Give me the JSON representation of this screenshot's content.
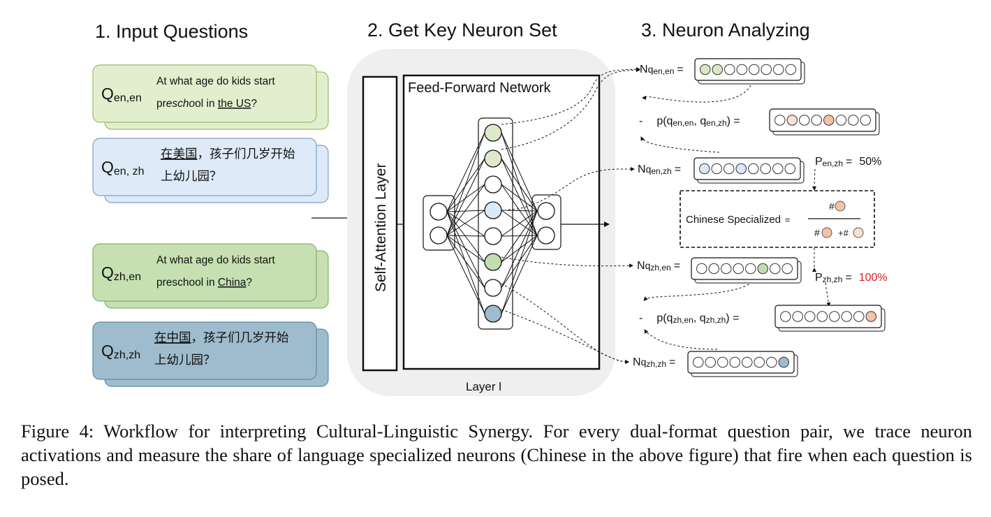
{
  "section_titles": {
    "input": "1. Input Questions",
    "key_neuron": "2. Get Key Neuron Set",
    "analyzing": "3. Neuron Analyzing"
  },
  "questions": [
    {
      "label": "Q",
      "sub": "en,en",
      "line1": "At what age do kids start",
      "line2_pre": "pr",
      "line2_em": "escho",
      "line2_mid": "ol in ",
      "line2_u": "the US",
      "line2_post": "?",
      "fill": "#e2efcf",
      "stroke": "#9bbb6b"
    },
    {
      "label": "Q",
      "sub": "en, zh",
      "line1_u": "在美国",
      "line1_post": "，孩子们几岁开始",
      "line2": "上幼儿园？",
      "fill": "#deeaf7",
      "stroke": "#7f9fc3"
    },
    {
      "label": "Q",
      "sub": "zh,en",
      "line1": "At what age do kids start",
      "line2_pre": "preschool in ",
      "line2_u": "China",
      "line2_post": "?",
      "fill": "#c6e0b1",
      "stroke": "#89ad68"
    },
    {
      "label": "Q",
      "sub": "zh,zh",
      "line1_u": "在中国",
      "line1_post": "，孩子们几岁开始",
      "line2": "上幼儿园？",
      "fill": "#9ebccd",
      "stroke": "#5f8aa3"
    }
  ],
  "self_attention": "Self-Attention Layer",
  "ffn": "Feed-Forward Network",
  "layer_label": "Layer l",
  "neuron_sets": [
    {
      "n": "N",
      "q": "q",
      "sub": "en,en",
      "equals": "=",
      "dots": [
        "#d8e8c2",
        "#d8e8c2",
        "#fff",
        "#fff",
        "#fff",
        "#fff",
        "#fff",
        "#fff"
      ]
    },
    {
      "n": "N",
      "q": "q",
      "sub": "en,zh",
      "equals": "=",
      "dots": [
        "#dbe7f6",
        "#fff",
        "#fff",
        "#dbe7f6",
        "#fff",
        "#fff",
        "#fff",
        "#fff"
      ]
    },
    {
      "n": "N",
      "q": "q",
      "sub": "zh,en",
      "equals": "=",
      "dots": [
        "#fff",
        "#fff",
        "#fff",
        "#fff",
        "#fff",
        "#c2deb0",
        "#fff",
        "#fff"
      ]
    },
    {
      "n": "N",
      "q": "q",
      "sub": "zh,zh",
      "equals": "=",
      "dots": [
        "#fff",
        "#fff",
        "#fff",
        "#fff",
        "#fff",
        "#fff",
        "#fff",
        "#9ebccd"
      ]
    }
  ],
  "pairs": [
    {
      "minus": "-",
      "p": "p(q",
      "s1": "en,en",
      "comma": ", q",
      "s2": "en,zh",
      "close": ") =",
      "dots": [
        "#fff",
        "#f9e0cf",
        "#fff",
        "#fff",
        "#f4c3a5",
        "#fff",
        "#fff",
        "#fff"
      ]
    },
    {
      "minus": "-",
      "p": "p(q",
      "s1": "zh,en",
      "comma": ", q",
      "s2": "zh,zh",
      "close": ") =",
      "dots": [
        "#fff",
        "#fff",
        "#fff",
        "#fff",
        "#fff",
        "#fff",
        "#fff",
        "#f4c3a5"
      ]
    }
  ],
  "percentages": [
    {
      "P": "P",
      "sub": "en,zh",
      "equals": "=",
      "value": "50%",
      "color": "#111111"
    },
    {
      "P": "P",
      "sub": "zh,zh",
      "equals": "=",
      "value": "100%",
      "color": "#e02020"
    }
  ],
  "formula": {
    "label": "Chinese Specialized",
    "equals": "=",
    "hash": "#",
    "plus": "+",
    "orange": "#f4c3a5",
    "light": "#f9e0cf"
  },
  "ffn_neurons": [
    "#dde9c8",
    "#dde9c8",
    "#fff",
    "#dde9f7",
    "#fff",
    "#c2deb0",
    "#fff",
    "#9ebccd"
  ],
  "caption": "Figure 4: Workflow for interpreting Cultural-Linguistic Synergy. For every dual-format question pair, we trace neuron activations and measure the share of language specialized neurons (Chinese in the above figure) that fire when each question is posed."
}
